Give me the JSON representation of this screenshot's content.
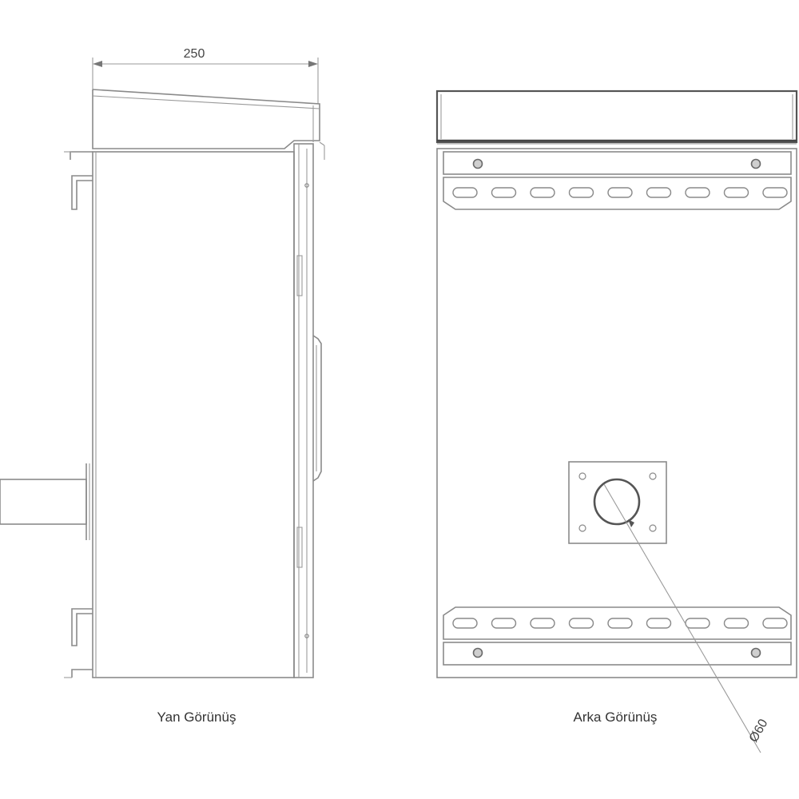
{
  "dimension_top": "250",
  "side_view_label": "Yan Görünüş",
  "rear_view_label": "Arka Görünüş",
  "cable_entry_label": "Ø60",
  "slot_count_per_rail": 9
}
